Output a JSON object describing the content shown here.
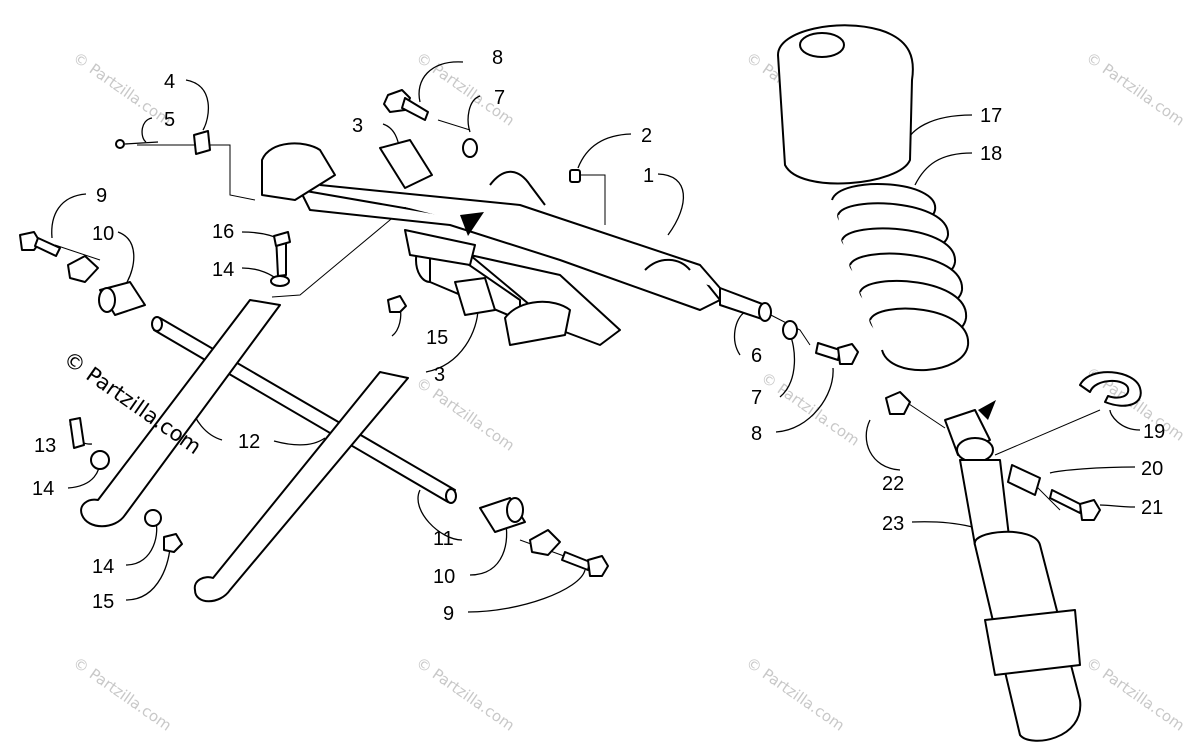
{
  "callouts": [
    {
      "label": "1"
    },
    {
      "label": "2"
    },
    {
      "label": "3"
    },
    {
      "label": "3"
    },
    {
      "label": "4"
    },
    {
      "label": "5"
    },
    {
      "label": "6"
    },
    {
      "label": "7"
    },
    {
      "label": "7"
    },
    {
      "label": "8"
    },
    {
      "label": "8"
    },
    {
      "label": "9"
    },
    {
      "label": "9"
    },
    {
      "label": "10"
    },
    {
      "label": "10"
    },
    {
      "label": "11"
    },
    {
      "label": "12"
    },
    {
      "label": "13"
    },
    {
      "label": "14"
    },
    {
      "label": "14"
    },
    {
      "label": "14"
    },
    {
      "label": "15"
    },
    {
      "label": "15"
    },
    {
      "label": "16"
    },
    {
      "label": "17"
    },
    {
      "label": "18"
    },
    {
      "label": "19"
    },
    {
      "label": "20"
    },
    {
      "label": "21"
    },
    {
      "label": "22"
    },
    {
      "label": "23"
    }
  ],
  "watermark": {
    "prominent_text": "© Partzilla.com",
    "faint_text": "© Partzilla.com",
    "color": "#c8c8c8"
  },
  "colors": {
    "line": "#000000",
    "background": "#ffffff"
  }
}
